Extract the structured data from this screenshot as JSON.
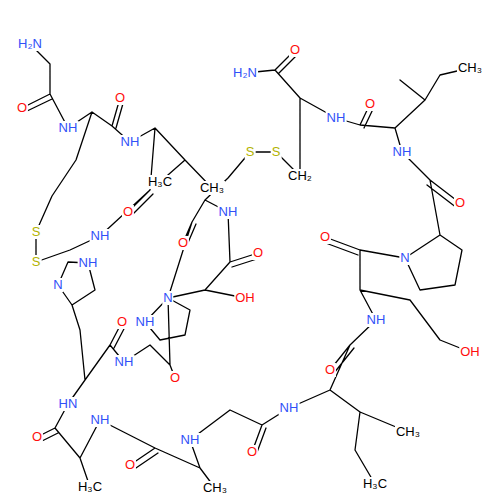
{
  "diagram": {
    "labels": [
      "H₂N",
      "O",
      "NH",
      "O",
      "NH",
      "H₃C",
      "CH₃",
      "S",
      "S",
      "CH₂",
      "H₂N",
      "O",
      "NH",
      "O",
      "CH₃",
      "NH",
      "O",
      "N",
      "O",
      "NH",
      "OH",
      "O",
      "CH₃",
      "H₃C",
      "NH",
      "O",
      "NH",
      "CH₃",
      "O",
      "NH",
      "H₃C",
      "O",
      "HN",
      "N",
      "NH",
      "S",
      "S",
      "O",
      "NH",
      "O",
      "N",
      "NH",
      "OH",
      "O",
      "NH",
      "O",
      "NH",
      "O"
    ]
  }
}
